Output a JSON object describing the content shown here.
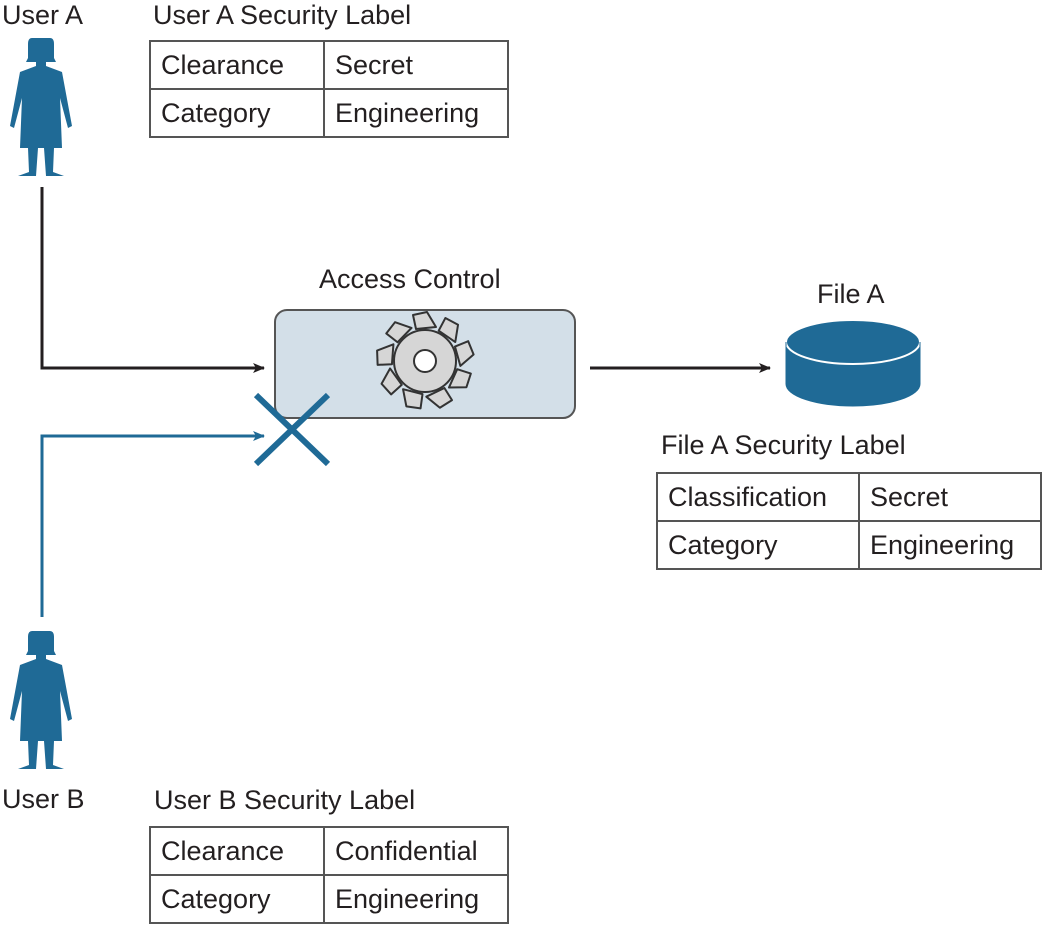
{
  "colors": {
    "accent_blue": "#1f6a96",
    "arrow_black": "#231f20",
    "access_box_fill": "#d3dfe8",
    "gear_fill": "#d6d6d6"
  },
  "user_a": {
    "name": "User A",
    "label_title": "User A Security Label",
    "rows": [
      {
        "key": "Clearance",
        "value": "Secret"
      },
      {
        "key": "Category",
        "value": "Engineering"
      }
    ]
  },
  "user_b": {
    "name": "User B",
    "label_title": "User B Security Label",
    "rows": [
      {
        "key": "Clearance",
        "value": "Confidential"
      },
      {
        "key": "Category",
        "value": "Engineering"
      }
    ]
  },
  "access_control": {
    "title": "Access Control",
    "icon": "gear-icon"
  },
  "file_a": {
    "name": "File A",
    "icon": "database-icon",
    "label_title": "File A Security Label",
    "rows": [
      {
        "key": "Classification",
        "value": "Secret"
      },
      {
        "key": "Category",
        "value": "Engineering"
      }
    ]
  },
  "flows": [
    {
      "from": "User A",
      "to": "Access Control",
      "status": "allowed"
    },
    {
      "from": "User B",
      "to": "Access Control",
      "status": "denied"
    },
    {
      "from": "Access Control",
      "to": "File A",
      "status": "allowed"
    }
  ]
}
